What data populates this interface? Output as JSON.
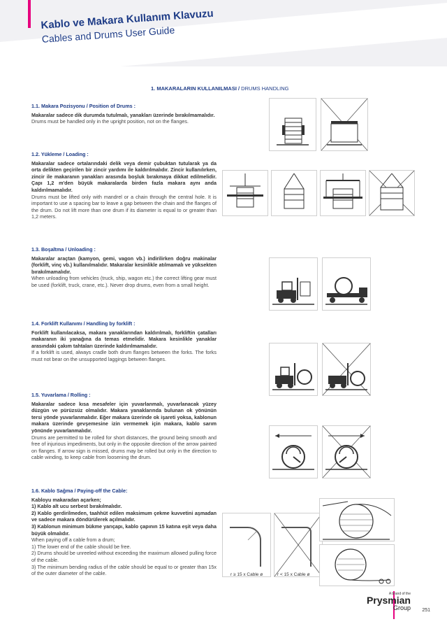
{
  "header": {
    "title_tr": "Kablo ve Makara Kullanım Klavuzu",
    "title_en": "Cables and Drums User Guide"
  },
  "section": {
    "number_tr": "1. MAKARALARIN KULLANILMASI /",
    "en": "DRUMS HANDLING"
  },
  "subsections": [
    {
      "heading": "1.1. Makara Pozisyonu / Position of Drums :",
      "tr": "Makaralar sadece dik durumda tutulmalı, yanakları üzerinde bırakılmamalıdır.",
      "en": "Drums must be handled only in the upright position, not on the flanges."
    },
    {
      "heading": "1.2. Yükleme / Loading :",
      "tr": "Makaralar sadece ortalarındaki delik veya demir çubuktan tutularak ya da orta delikten geçirilen bir zincir yardımı ile kaldırılmalıdır. Zincir kullanılırken, zincir ile makaranın yanakları arasında boşluk bırakmaya dikkat edilmelidir. Çapı 1,2 m'den büyük makaralarda birden fazla makara aynı anda kaldırılmamalıdır.",
      "en": "Drums must be lifted only with mandrel or a chain through the central hole. It is important to use a spacing bar to leave a gap between the chain and the flanges of the drum. Do not lift more than one drum if its diameter is equal to or greater than 1,2 meters."
    },
    {
      "heading": "1.3. Boşaltma / Unloading :",
      "tr": "Makaralar araçtan (kamyon, gemi, vagon vb.) indirilirken doğru makinalar (forklift, vinç vb.) kullanılmalıdır. Makaralar kesinlikle atılmamalı ve yüksekten bırakılmamalıdır.",
      "en": "When unloading from vehicles (truck, ship, wagon etc.) the correct lifting gear must be used (forklift, truck, crane, etc.). Never drop drums, even from a small height."
    },
    {
      "heading": "1.4. Forklift Kullanımı / Handling by forklift :",
      "tr": "Forklift kullanılacaksa, makara yanaklarından kaldırılmalı, forkliftin çatalları makaranın iki yanağına da temas etmelidir. Makara kesinlikle yanaklar arasındaki çakım tahtaları üzerinde kaldırılmamalıdır.",
      "en": "If a forklift is used, always cradle both drum flanges between the forks. The forks must not bear on the unsupported laggings between flanges."
    },
    {
      "heading": "1.5. Yuvarlama / Rolling :",
      "tr": "Makaralar sadece kısa mesafeler için yuvarlanmalı, yuvarlanacak yüzey düzgün ve pürüzsüz olmalıdır. Makara yanaklarında bulunan ok yönünün tersi yönde yuvarlanmalıdır. Eğer makara üzerinde ok işareti yoksa, kablonun makara üzerinde gevşemesine izin vermemek için makara, kablo sarım yönünde yuvarlanmalıdır.",
      "en": "Drums are permitted to be rolled for short distances, the ground being smooth and free of injurious impediments, but only in the opposite direction of the arrow painted on flanges. If arrow sign is missed, drums may be rolled but only in the direction to cable winding, to keep cable from loosening the drum."
    },
    {
      "heading": "1.6. Kablo Sağma / Paying-off the Cable:",
      "tr": "Kabloyu makaradan açarken;\n1) Kablo alt ucu serbest bırakılmalıdır.\n2) Kablo gerdirilmeden, taahhüt edilen maksimum çekme kuvvetini aşmadan ve sadece makara döndürülerek açılmalıdır.\n3) Kablonun minimum bükme yarıçapı, kablo çapının 15 katına eşit veya daha büyük olmalıdır.",
      "en": "When paying off a cable from a drum;\n1) The lower end of the cable should be free.\n2) Drums should be unreeled without exceeding the maximum allowed pulling force of the cable.\n3) The minimum bending radius of the cable should be equal to or greater than 15x of the outer diameter of the cable."
    }
  ],
  "captions": {
    "bend_ok": "r ≥ 15 x Cable ø",
    "bend_bad": "r < 15 x Cable ø"
  },
  "footer": {
    "brand_note": "A brand of the",
    "brand": "Prysmian",
    "group": "Group",
    "page": "251"
  }
}
